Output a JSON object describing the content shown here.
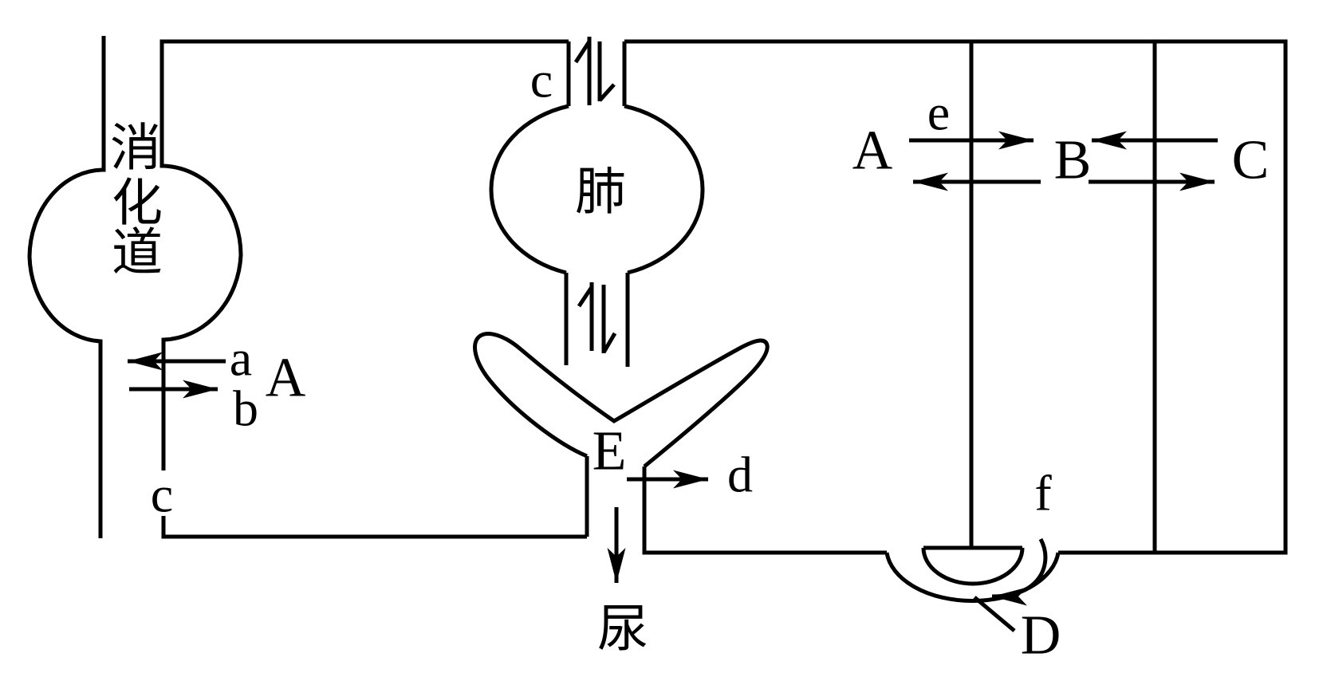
{
  "palette": {
    "line_color": "#000000",
    "background_color": "#ffffff"
  },
  "organs": {
    "digestive_tract": "消化道",
    "digestive_tract_chars": [
      "消",
      "化",
      "道"
    ],
    "lung": "肺",
    "urine": "尿"
  },
  "compartments": {
    "A": "A",
    "B": "B",
    "C": "C",
    "D": "D",
    "E": "E"
  },
  "flows": {
    "a": "a",
    "b": "b",
    "c_digestive": "c",
    "c_airway": "c",
    "d": "d",
    "e": "e",
    "f": "f"
  }
}
